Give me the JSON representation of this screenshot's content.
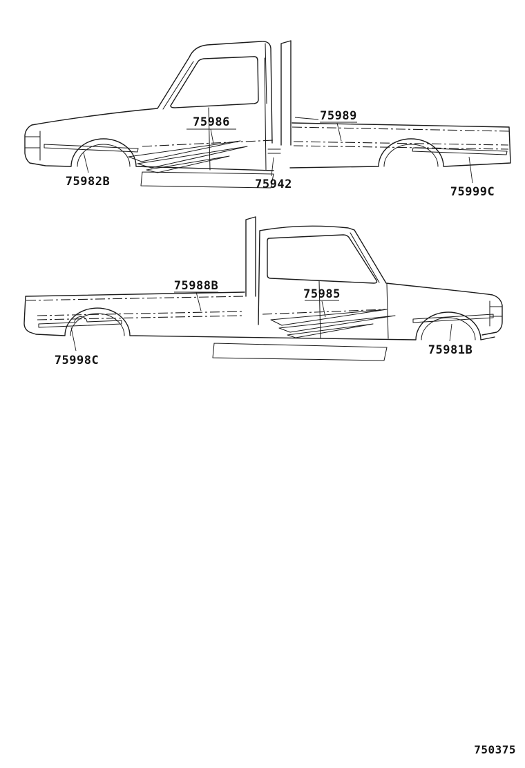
{
  "page": {
    "background": "#ffffff",
    "ink_color": "#1c1c1c",
    "figure_number": "750375"
  },
  "diagrams": {
    "top": {
      "parts": {
        "door_stripe": "75986",
        "bed_stripe": "75989",
        "front_fender_stripe": "75982B",
        "center_stripe": "75942",
        "rear_panel_stripe": "75999C"
      }
    },
    "bottom": {
      "parts": {
        "bed_stripe": "75988B",
        "door_stripe": "75985",
        "bed_lower_stripe": "75998C",
        "rear_fender_stripe": "75981B"
      }
    }
  }
}
